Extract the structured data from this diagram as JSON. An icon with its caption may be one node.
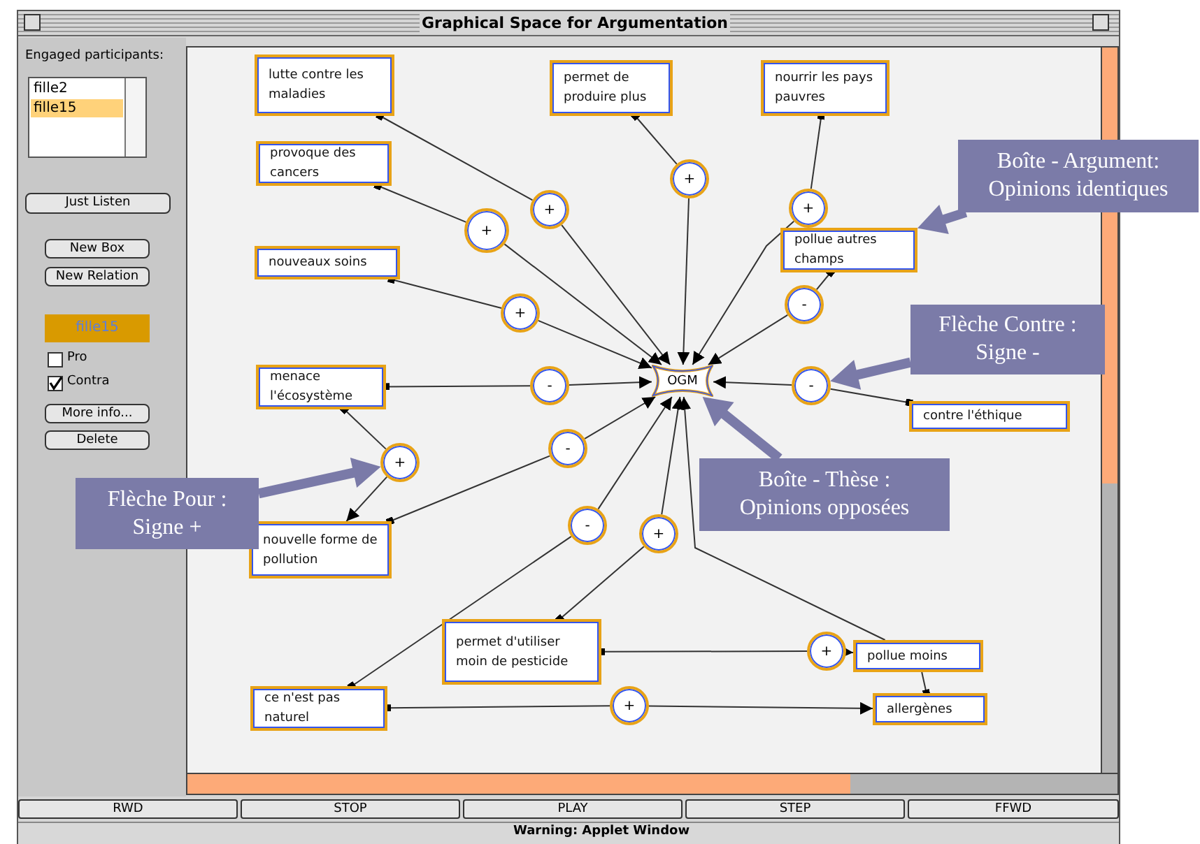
{
  "diagram": {
    "title": "Graphical Space for Argumentation",
    "nodes": [
      {
        "text": [
          "lutte contre les maladies"
        ]
      },
      {
        "text": [
          "permet de produire plus"
        ]
      },
      {
        "text": [
          "nourrir les pays pauvres"
        ]
      },
      {
        "text": [
          "provoque des cancers"
        ]
      },
      {
        "text": [
          "pollue autres champs"
        ]
      },
      {
        "text": [
          "nouveaux soins"
        ]
      },
      {
        "text": [
          "OGM"
        ]
      },
      {
        "text": [
          "menace l'écosystème"
        ]
      },
      {
        "text": [
          "contre l'éthique"
        ]
      },
      {
        "text": [
          "nouvelle forme de pollution"
        ]
      },
      {
        "text": [
          "permet d'utiliser moin de pesticide"
        ]
      },
      {
        "text": [
          "pollue moins"
        ]
      },
      {
        "text": [
          "ce n'est pas naturel"
        ]
      },
      {
        "text": [
          "allergènes"
        ]
      },
      {
        "text": [
          "+"
        ]
      },
      {
        "text": [
          "+"
        ]
      },
      {
        "text": [
          "+"
        ]
      },
      {
        "text": [
          "+"
        ]
      },
      {
        "text": [
          "-"
        ]
      },
      {
        "text": [
          "+"
        ]
      },
      {
        "text": [
          "-"
        ]
      },
      {
        "text": [
          "-"
        ]
      },
      {
        "text": [
          "+"
        ]
      },
      {
        "text": [
          "-"
        ]
      },
      {
        "text": [
          "-"
        ]
      },
      {
        "text": [
          "+"
        ]
      },
      {
        "text": [
          "+"
        ]
      },
      {
        "text": [
          "+"
        ]
      },
      {
        "text": [
          "Boîte - Argument: Opinions identiques"
        ]
      },
      {
        "text": [
          "Flèche Contre : Signe -"
        ]
      },
      {
        "text": [
          "Boîte - Thèse : Opinions opposées"
        ]
      },
      {
        "text": [
          "Flèche Pour : Signe +"
        ]
      }
    ],
    "edges": [
      {
        "from": 0,
        "to": 14,
        "arrow": "other"
      },
      {
        "from": 14,
        "to": 6,
        "arrow": "to"
      },
      {
        "from": 3,
        "to": 15,
        "arrow": "other"
      },
      {
        "from": 15,
        "to": 6,
        "arrow": "to"
      },
      {
        "from": 1,
        "to": 16,
        "arrow": "other"
      },
      {
        "from": 16,
        "to": 6,
        "arrow": "to"
      },
      {
        "from": 2,
        "to": 17,
        "arrow": "other"
      },
      {
        "from": 17,
        "to": 6,
        "arrow": "to"
      },
      {
        "from": 4,
        "to": 18,
        "arrow": "other"
      },
      {
        "from": 18,
        "to": 6,
        "arrow": "to"
      },
      {
        "from": 5,
        "to": 19,
        "arrow": "other"
      },
      {
        "from": 19,
        "to": 6,
        "arrow": "to"
      },
      {
        "from": 7,
        "to": 20,
        "arrow": "other"
      },
      {
        "from": 20,
        "to": 6,
        "arrow": "to"
      },
      {
        "from": 8,
        "to": 21,
        "arrow": "other"
      },
      {
        "from": 21,
        "to": 6,
        "arrow": "to"
      },
      {
        "from": 7,
        "to": 22,
        "arrow": "other"
      },
      {
        "from": 22,
        "to": 9,
        "arrow": "to"
      },
      {
        "from": 9,
        "to": 23,
        "arrow": "other"
      },
      {
        "from": 23,
        "to": 6,
        "arrow": "to"
      },
      {
        "from": 12,
        "to": 24,
        "arrow": "other"
      },
      {
        "from": 24,
        "to": 6,
        "arrow": "to"
      },
      {
        "from": 10,
        "to": 25,
        "arrow": "other"
      },
      {
        "from": 25,
        "to": 6,
        "arrow": "to"
      },
      {
        "from": 10,
        "to": 26,
        "arrow": "other"
      },
      {
        "from": 26,
        "to": 11,
        "arrow": "to"
      },
      {
        "from": 11,
        "to": 6,
        "arrow": "to"
      },
      {
        "from": 13,
        "to": 11,
        "arrow": "other"
      },
      {
        "from": 12,
        "to": 27,
        "arrow": "other"
      },
      {
        "from": 27,
        "to": 13,
        "arrow": "to"
      },
      {
        "from": 28,
        "to": 4,
        "arrow": "to",
        "style": "thick",
        "color": "#7a7aa8"
      },
      {
        "from": 29,
        "to": 21,
        "arrow": "to",
        "style": "thick",
        "color": "#7a7aa8"
      },
      {
        "from": 30,
        "to": 6,
        "arrow": "to",
        "style": "thick",
        "color": "#7a7aa8"
      },
      {
        "from": 31,
        "to": 22,
        "arrow": "to",
        "style": "thick",
        "color": "#7a7aa8"
      }
    ],
    "labels": [
      "Engaged participants:",
      "fille2",
      "fille15",
      "Just Listen",
      "New Box",
      "New Relation",
      "fille15",
      "Pro",
      "Contra",
      "More info...",
      "Delete",
      "RWD",
      "STOP",
      "PLAY",
      "STEP",
      "FFWD",
      "Warning: Applet Window"
    ]
  }
}
